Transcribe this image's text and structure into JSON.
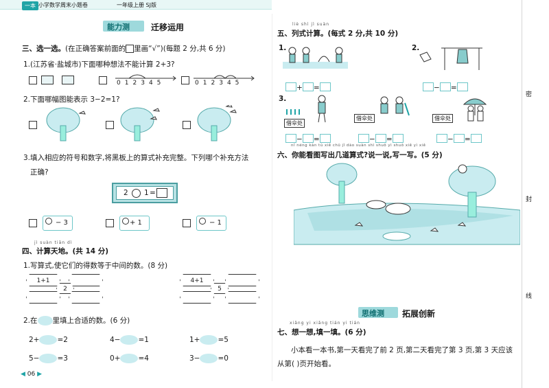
{
  "header": {
    "chip": "一本",
    "series": "小学数学周末小题卷",
    "grade": "一年级上册 SJ版"
  },
  "left": {
    "banner": {
      "prefix": "能力测",
      "title": "迁移运用"
    },
    "q3": {
      "title": "三、选一选。",
      "instr_pre": "(在正确答案前面的",
      "instr_post": "里画“√”)(每题 2 分,共 6 分)",
      "p1_text": "1.(江苏省·盐城市)下面哪种想法不能计算 2+3?",
      "numline_labels": [
        "0",
        "1",
        "2",
        "3",
        "4",
        "5"
      ],
      "p2_text": "2.下面哪幅图能表示 3−2=1?",
      "p3_text_1": "3.填入相应的符号和数字,将黑板上的算式补充完整。下列哪个补充方法",
      "p3_text_2": "正确?",
      "board": {
        "left": "2",
        "mid": "1",
        "eq": "="
      },
      "options": [
        "−  3",
        "+  1",
        "−  1"
      ]
    },
    "q4": {
      "pinyin": "jì suàn tiān dì",
      "title": "四、计算天地。(共 14 分)",
      "p1": "1.写算式,使它们的得数等于中间的数。(8 分)",
      "hex_a": {
        "top": "1+1",
        "center": "2"
      },
      "hex_b": {
        "top": "4+1",
        "center": "5"
      },
      "p2_pre": "2.在",
      "p2_post": "里填上合适的数。(6 分)",
      "rows": [
        [
          "2+",
          "=2",
          "4−",
          "=1",
          "1+",
          "=5"
        ],
        [
          "5−",
          "=3",
          "0+",
          "=4",
          "3−",
          "=0"
        ]
      ]
    },
    "page_num": "06"
  },
  "right": {
    "q5": {
      "pinyin": "liè shì jì suàn",
      "title": "五、列式计算。(每式 2 分,共 10 分)",
      "items": [
        "1.",
        "2.",
        "3."
      ],
      "ops1": [
        "+",
        "="
      ],
      "ops2": [
        "−",
        "="
      ],
      "ops3": [
        "−",
        "="
      ],
      "stand_label": "借伞处"
    },
    "q6": {
      "pinyin": "nǐ néng kàn tú xiě chū jǐ dào suàn shì   shuō yì shuō  xiě yì xiě",
      "title": "六、你能看图写出几道算式?说一说,写一写。(5 分)"
    },
    "banner2": {
      "prefix": "思维测",
      "title": "拓展创新"
    },
    "q7": {
      "pinyin": "xiǎng yi xiǎng  tián yi tián",
      "title": "七、想一想,填一填。(6 分)",
      "line1": "小本看一本书,第一天看完了前 2 页,第二天看完了第 3 页,第 3 天应该",
      "line2": "从第(      )页开始看。"
    },
    "binding": [
      "密",
      "封",
      "线"
    ]
  },
  "colors": {
    "accent": "#1fa4a6",
    "light": "#c9ecf0",
    "banner": "#9ed9dc"
  }
}
